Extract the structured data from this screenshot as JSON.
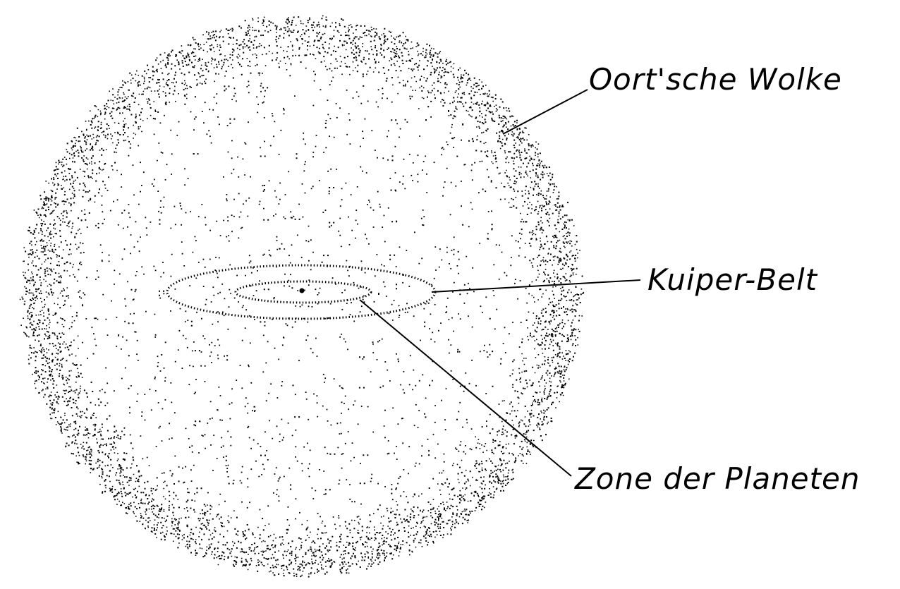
{
  "labels": {
    "oort_cloud": "Oort'sche Wolke",
    "kuiper_belt": "Kuiper-Belt",
    "planet_zone": "Zone der Planeten"
  },
  "colors": {
    "background": "#ffffff",
    "ink": "#000000"
  }
}
